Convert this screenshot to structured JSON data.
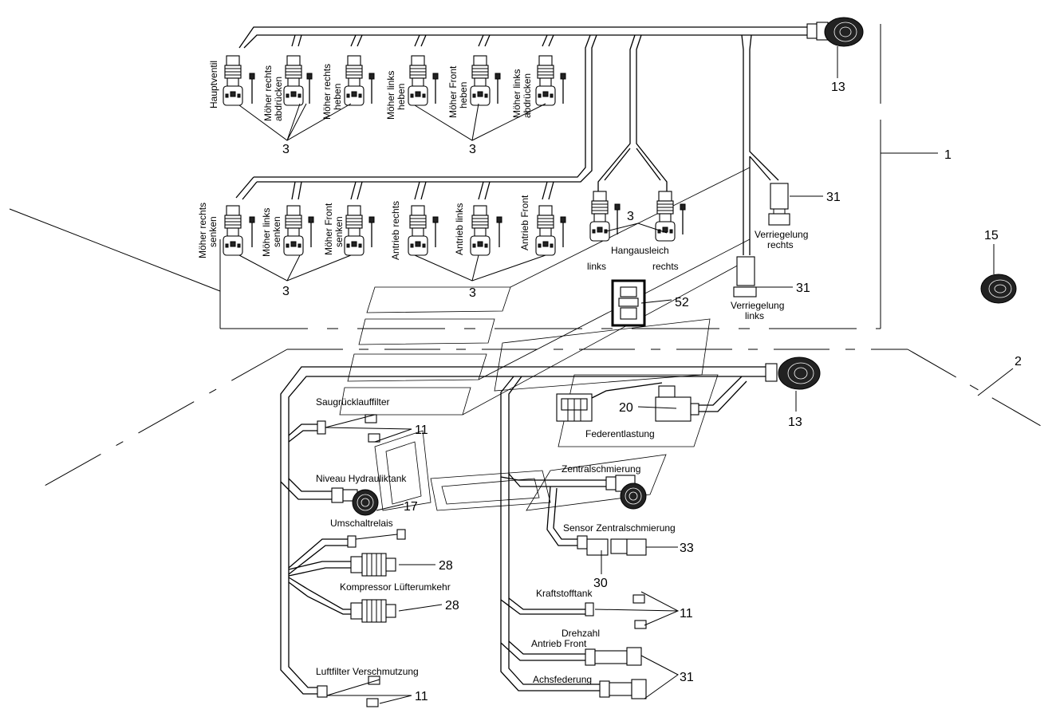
{
  "callouts": {
    "c1": "1",
    "c2": "2",
    "c3": "3",
    "c11": "11",
    "c13": "13",
    "c15": "15",
    "c17": "17",
    "c20": "20",
    "c28": "28",
    "c30": "30",
    "c31": "31",
    "c33": "33",
    "c52": "52"
  },
  "upper_labels": {
    "hauptventil": "Hauptventil",
    "moher_rechts_abdrucken_1": "Möher rechts",
    "moher_rechts_abdrucken_2": "abdrücken",
    "moher_rechts_heben_1": "Möher rechts",
    "moher_rechts_heben_2": "heben",
    "moher_links_heben_1": "Möher links",
    "moher_links_heben_2": "heben",
    "moher_front_heben_1": "Möher Front",
    "moher_front_heben_2": "heben",
    "moher_links_abdrucken_1": "Möher links",
    "moher_links_abdrucken_2": "abdrücken",
    "moher_rechts_senken_1": "Möher rechts",
    "moher_rechts_senken_2": "senken",
    "moher_links_senken_1": "Möher links",
    "moher_links_senken_2": "senken",
    "moher_front_senken_1": "Möher Front",
    "moher_front_senken_2": "senken",
    "antrieb_rechts": "Antrieb rechts",
    "antrieb_links": "Antrieb links",
    "antrieb_front": "Antrieb Front",
    "hangausleich": "Hangausleich",
    "links": "links",
    "rechts": "rechts",
    "verriegelung_rechts_1": "Verriegelung",
    "verriegelung_rechts_2": "rechts",
    "verriegelung_links_1": "Verriegelung",
    "verriegelung_links_2": "links"
  },
  "lower_labels": {
    "saugrucklauffilter": "Saugrücklauffilter",
    "niveau_hydrauliktank": "Niveau Hydrauliktank",
    "umschaltrelais": "Umschaltrelais",
    "kompressor_lufterumkehr": "Kompressor Lüfterumkehr",
    "luftfilter_verschmutzung": "Luftfilter Verschmutzung",
    "federentlastung": "Federentlastung",
    "zentralschmierung": "Zentralschmierung",
    "sensor_zentralschmierung": "Sensor Zentralschmierung",
    "kraftstofftank": "Kraftstofftank",
    "drehzahl_antrieb_front_1": "Drehzahl",
    "drehzahl_antrieb_front_2": "Antrieb Front",
    "achsfederung": "Achsfederung"
  }
}
